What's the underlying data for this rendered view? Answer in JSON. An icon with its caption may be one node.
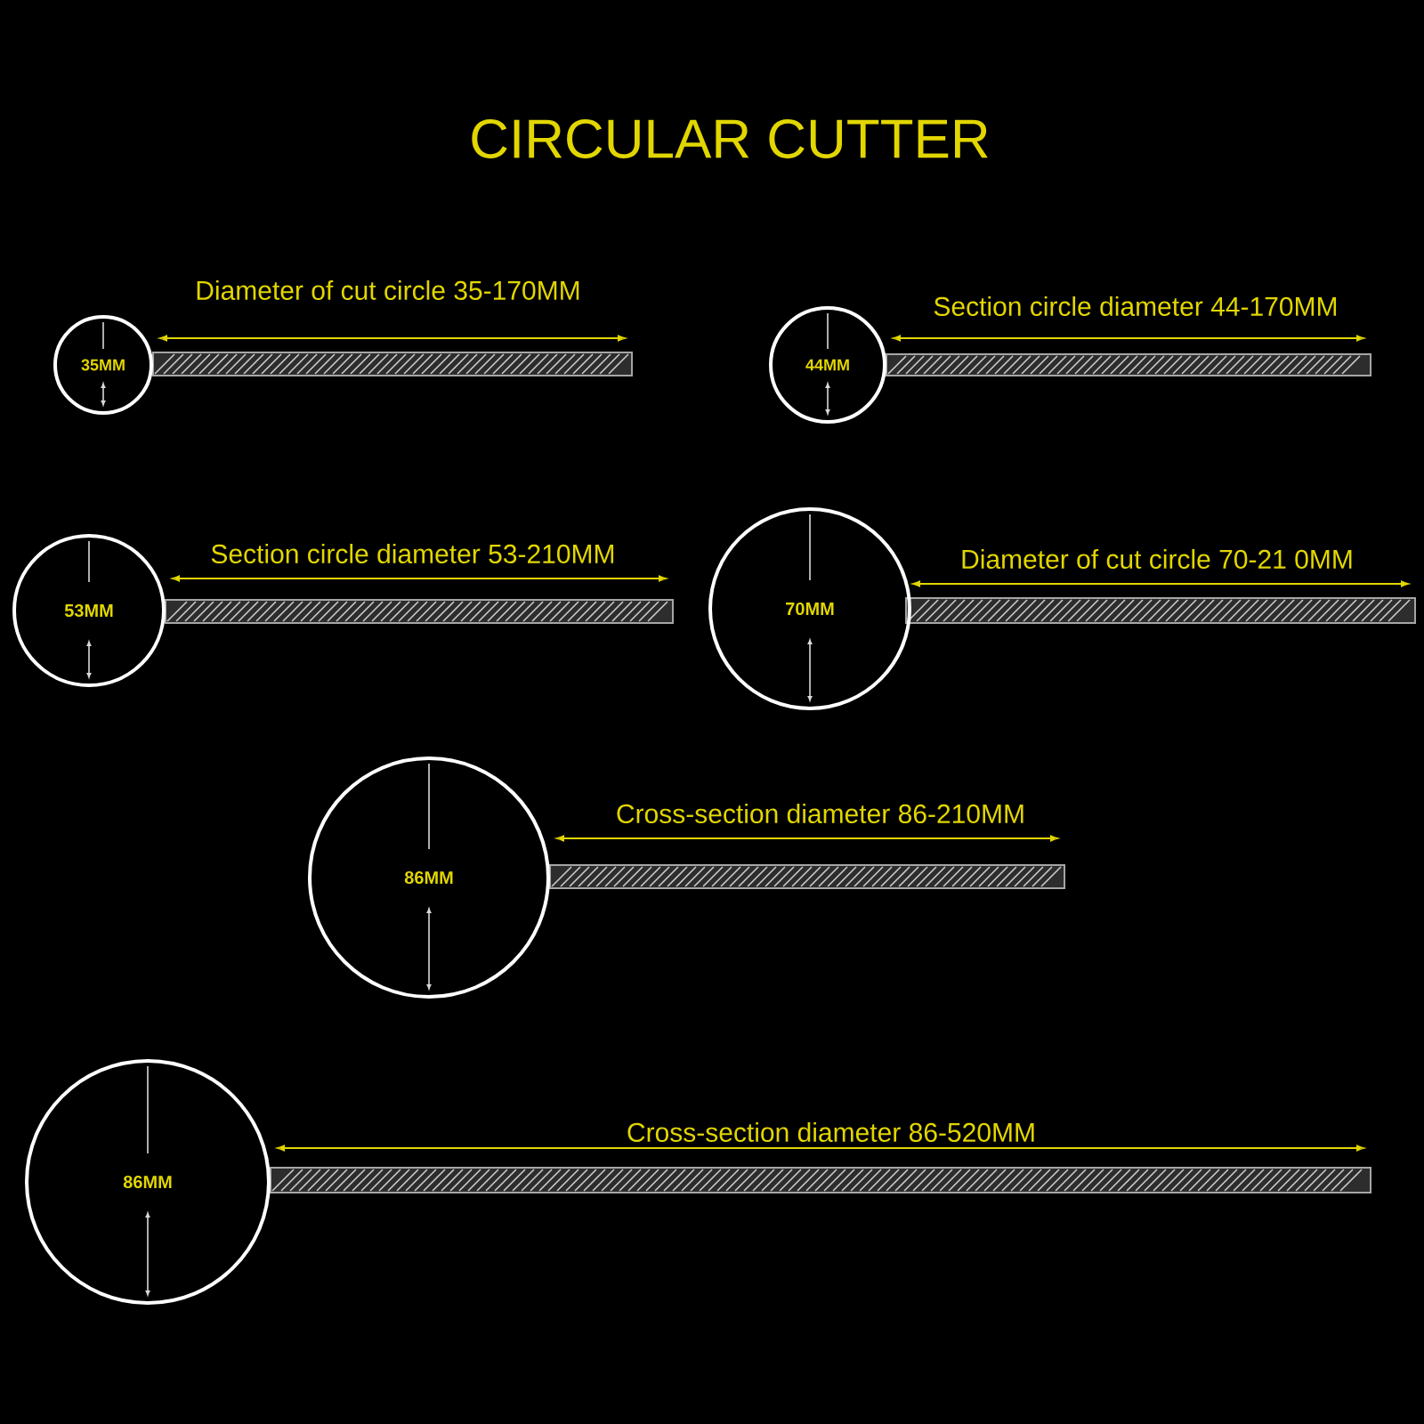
{
  "diagram": {
    "title": "CIRCULAR CUTTER",
    "nodes": [
      {
        "text": [
          "35MM"
        ]
      },
      {
        "text": [
          "44MM"
        ]
      },
      {
        "text": [
          "53MM"
        ]
      },
      {
        "text": [
          "70MM"
        ]
      },
      {
        "text": [
          "86MM"
        ]
      },
      {
        "text": [
          "86MM"
        ]
      }
    ],
    "labels": [
      "Diameter of cut circle 35-170MM",
      "Section circle diameter 44-170MM",
      "Section circle diameter 53-210MM",
      "Diameter of cut circle 70-21 0MM",
      "Cross-section diameter 86-210MM",
      "Cross-section diameter 86-520MM"
    ]
  }
}
